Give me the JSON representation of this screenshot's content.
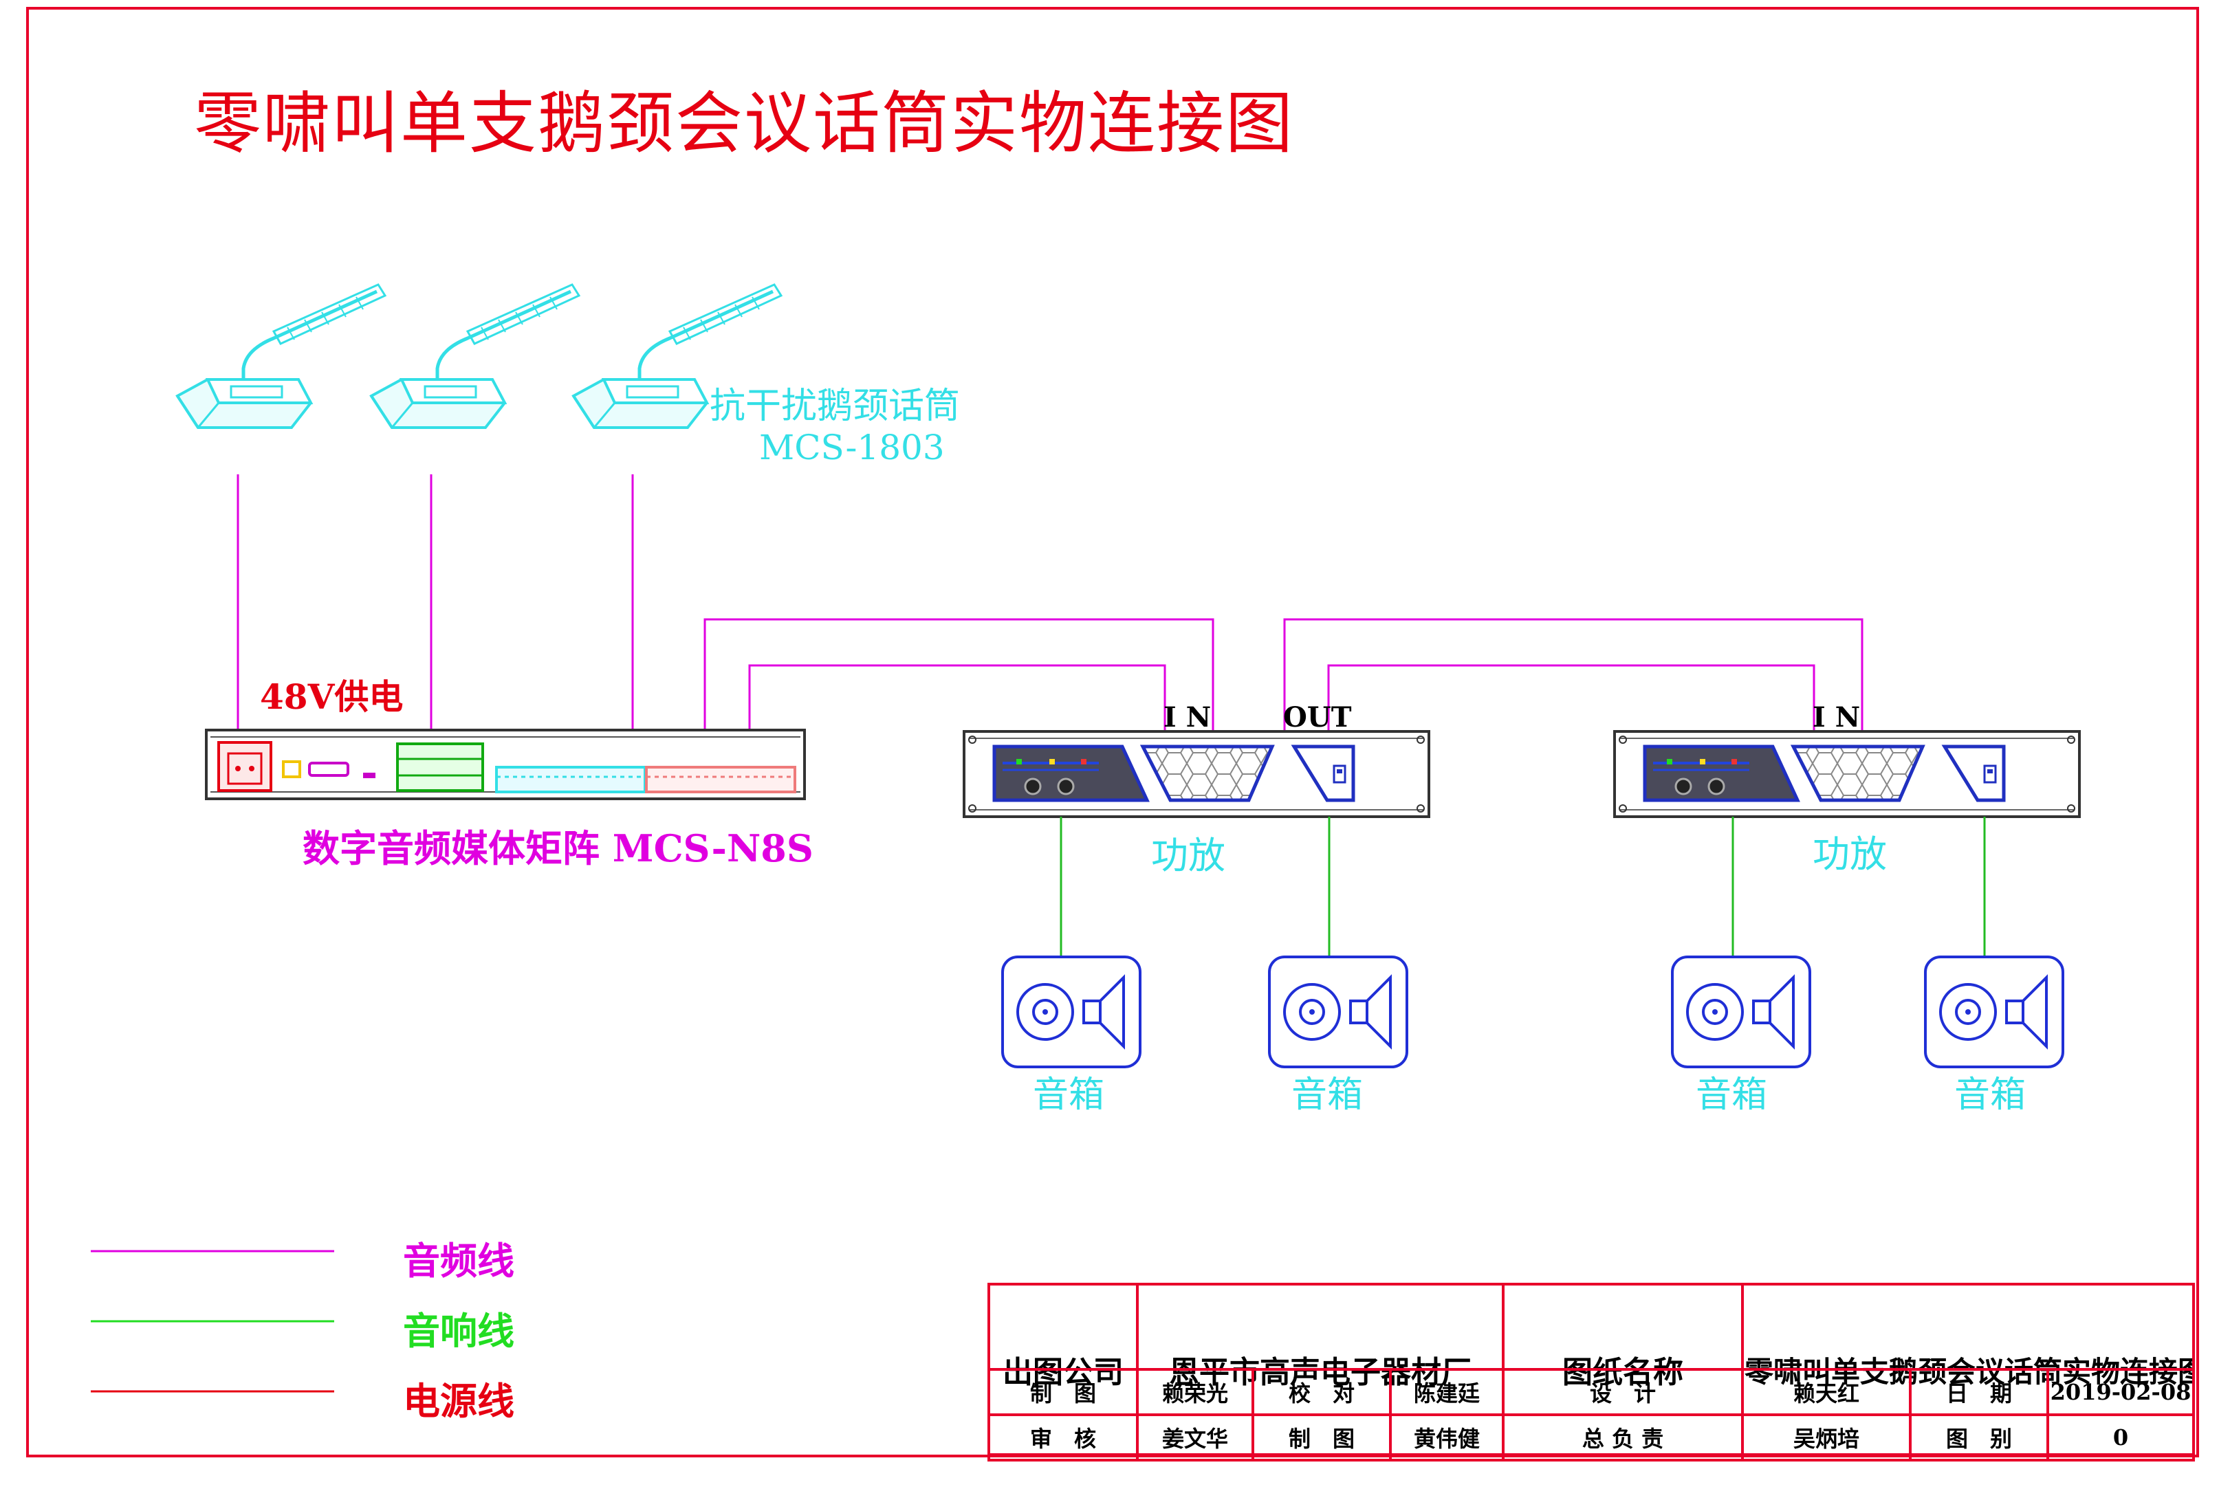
{
  "title": "零啸叫单支鹅颈会议话筒实物连接图",
  "microphone": {
    "name": "抗干扰鹅颈话筒",
    "model": "MCS-1803"
  },
  "power_label": "48V供电",
  "matrix": {
    "name": "数字音频媒体矩阵 MCS-N8S"
  },
  "amplifier": {
    "label": "功放",
    "in_label": "I N",
    "out_label": "OUT"
  },
  "speaker": {
    "label": "音箱"
  },
  "legend": [
    {
      "label": "音频线",
      "color": "#e000e0"
    },
    {
      "label": "音响线",
      "color": "#22dd22"
    },
    {
      "label": "电源线",
      "color": "#e60012"
    }
  ],
  "title_block": {
    "company_label": "出图公司",
    "company": "恩平市高声电子器材厂",
    "drawing_name_label": "图纸名称",
    "drawing_name": "零啸叫单支鹅颈会议话筒实物连接图",
    "row1": [
      "制　图",
      "赖荣光",
      "校　对",
      "陈建廷",
      "设　计",
      "赖天红",
      "日　期",
      "2019-02-08"
    ],
    "row2": [
      "审　核",
      "姜文华",
      "制　图",
      "黄伟健",
      "总 负 责",
      "吴炳培",
      "图　别",
      "0"
    ]
  }
}
